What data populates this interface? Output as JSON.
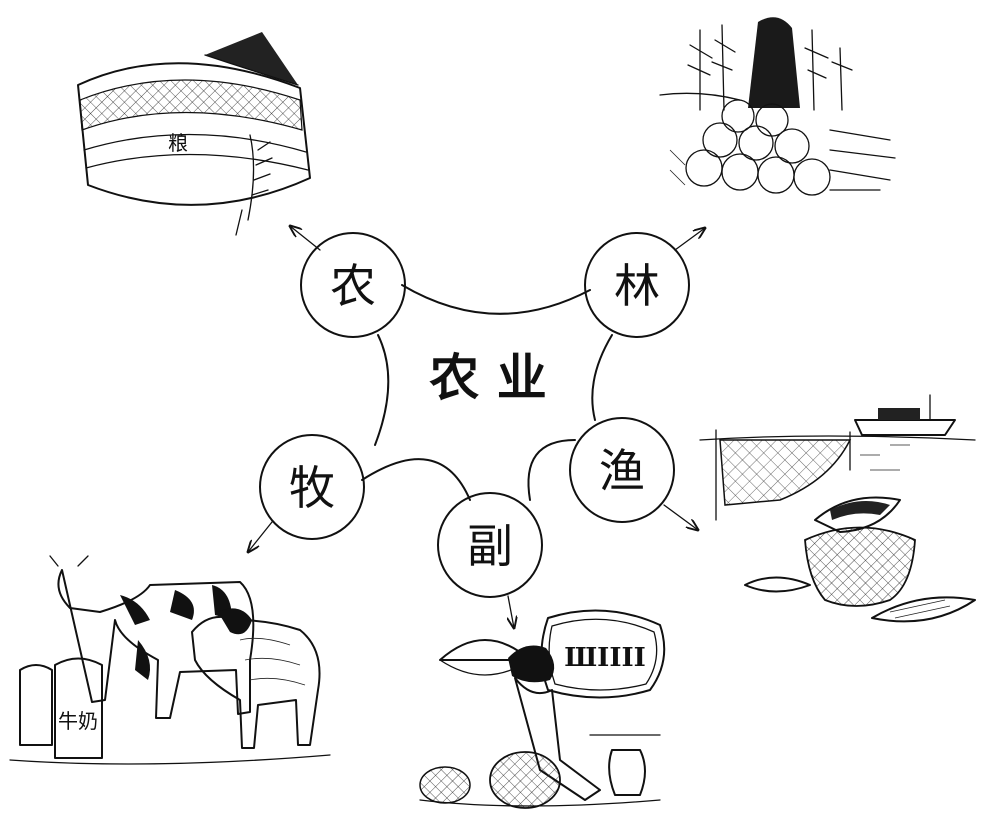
{
  "diagram": {
    "center": {
      "label": "农 业"
    },
    "nodes": [
      {
        "id": "nong",
        "label": "农"
      },
      {
        "id": "lin",
        "label": "林"
      },
      {
        "id": "mu",
        "label": "牧"
      },
      {
        "id": "fu",
        "label": "副"
      },
      {
        "id": "yu",
        "label": "渔"
      }
    ],
    "illustration_text": {
      "grain_bin_char": "粮",
      "milk_jar_label": "牛奶",
      "sign_text": "ШIIII"
    }
  }
}
